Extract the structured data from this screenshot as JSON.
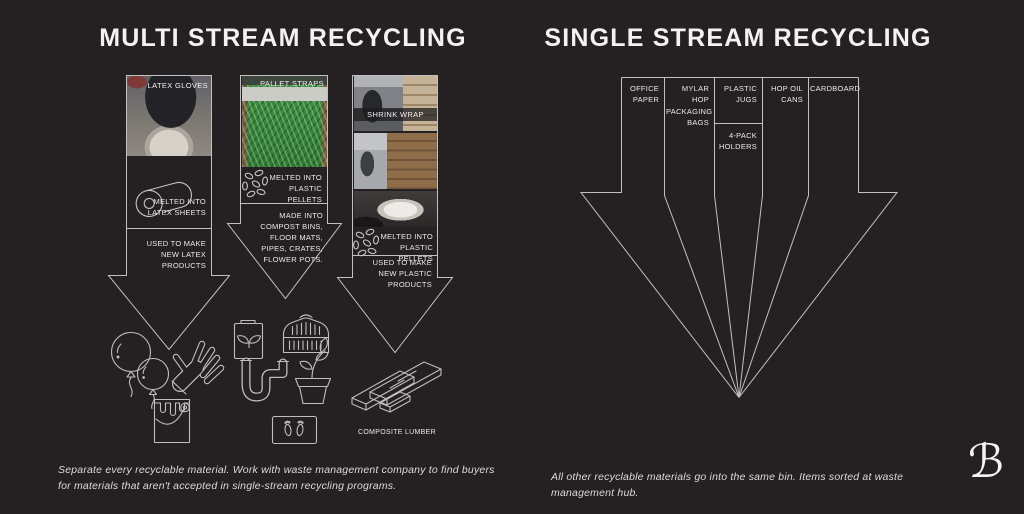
{
  "colors": {
    "background": "#252122",
    "line": "#c2c0c1",
    "text": "#eae8e8"
  },
  "left": {
    "title": "MULTI STREAM RECYCLING",
    "caption": "Separate every recyclable material. Work with waste management company to find buyers for materials that aren't accepted in single-stream recycling programs.",
    "columns": [
      {
        "photo_label": "LATEX GLOVES",
        "step1": "MELTED INTO LATEX SHEETS",
        "step2": "USED TO MAKE NEW LATEX PRODUCTS",
        "icon": "latex-sheet-roll"
      },
      {
        "photo_label": "PALLET STRAPS",
        "step1": "MELTED INTO PLASTIC PELLETS",
        "step2": "MADE INTO COMPOST BINS, FLOOR MATS, PIPES, CRATES, FLOWER POTS.",
        "icon": "plastic-pellets"
      },
      {
        "photo_label": "SHRINK WRAP",
        "step1": "MELTED INTO PLASTIC PELLETS",
        "step2": "USED TO MAKE NEW PLASTIC PRODUCTS",
        "icon": "plastic-pellets"
      }
    ],
    "lumber_label": "COMPOSITE LUMBER",
    "product_icons": [
      "balloons",
      "rubber-glove",
      "paint-bucket",
      "compost-bin",
      "pet-carrier",
      "drain-pipe",
      "potted-plant",
      "floor-mat",
      "composite-lumber"
    ]
  },
  "right": {
    "title": "SINGLE STREAM RECYCLING",
    "caption": "All other recyclable materials go into the same bin. Items sorted at waste management hub.",
    "bins": [
      {
        "label": "OFFICE PAPER"
      },
      {
        "label": "MYLAR HOP PACKAGING BAGS"
      },
      {
        "label": "PLASTIC JUGS"
      },
      {
        "label": "HOP OIL CANS"
      },
      {
        "label": "CARDBOARD"
      }
    ],
    "sub_bin_label": "4-PACK HOLDERS"
  },
  "logo": {
    "glyph": "ℬ"
  }
}
